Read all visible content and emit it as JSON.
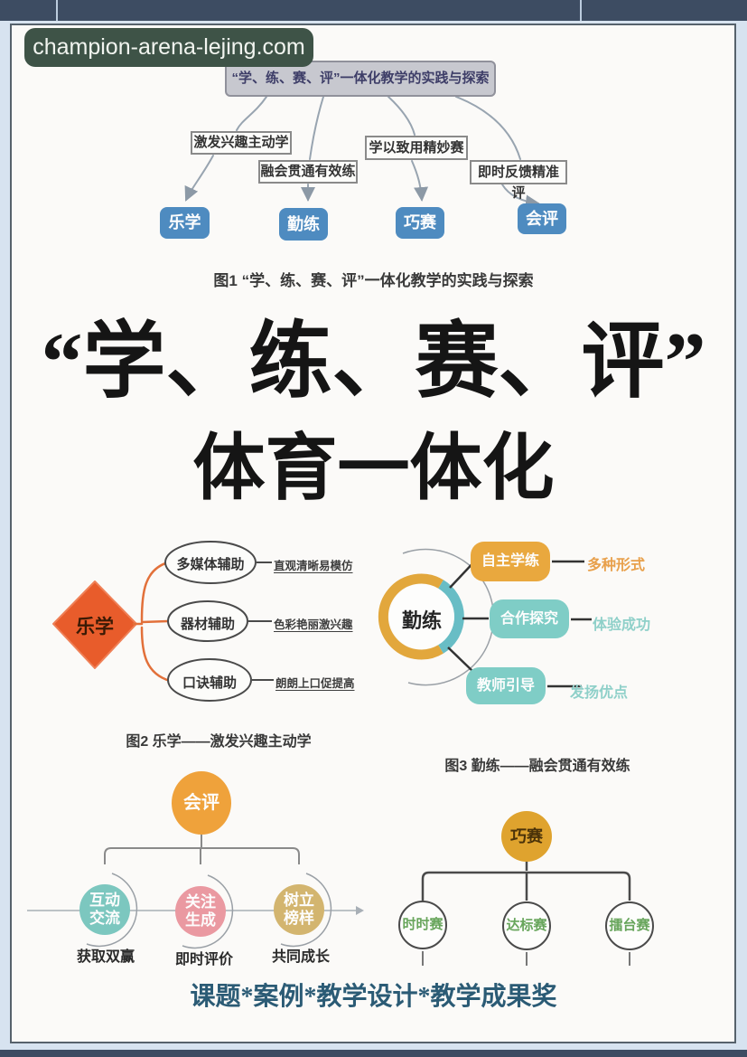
{
  "watermark": "champion-arena-lejing.com",
  "fig1": {
    "title_box": "“学、练、赛、评”一体化教学的实践与探索",
    "mid_boxes": [
      "激发兴趣主动学",
      "学以致用精妙赛",
      "融会贯通有效练",
      "即时反馈精准评"
    ],
    "blue_boxes": [
      "乐学",
      "勤练",
      "巧赛",
      "会评"
    ],
    "caption": "图1 “学、练、赛、评”一体化教学的实践与探索"
  },
  "big_title": {
    "line1": "“学、练、赛、评”",
    "line2": "体育一体化"
  },
  "fig2": {
    "center": "乐学",
    "ovals": [
      "多媒体辅助",
      "器材辅助",
      "口诀辅助"
    ],
    "notes": [
      "直观清晰易模仿",
      "色彩艳丽激兴趣",
      "朗朗上口促提高"
    ],
    "caption": "图2 乐学——激发兴趣主动学"
  },
  "fig3": {
    "center": "勤练",
    "pills": [
      "自主学练",
      "合作探究",
      "教师引导"
    ],
    "notes": [
      "多种形式",
      "体验成功",
      "发扬优点"
    ],
    "caption": "图3 勤练——融会贯通有效练"
  },
  "fig4": {
    "center": "会评",
    "circles": [
      "互动交流",
      "关注生成",
      "树立榜样"
    ],
    "notes": [
      "获取双赢",
      "即时评价",
      "共同成长"
    ]
  },
  "fig5": {
    "center": "巧赛",
    "circles": [
      "时时赛",
      "达标赛",
      "擂台赛"
    ]
  },
  "footer": "课题*案例*教学设计*教学成果奖",
  "colors": {
    "topbar": "#3D4C62",
    "badge_green": "#3E5347",
    "blue_box": "#4E8BC0",
    "diamond_orange": "#E85C2B",
    "brace_orange": "#E2703A",
    "ring_orange": "#E2A73C",
    "ring_teal": "#68BDC5",
    "pill_orange": "#E9A83E",
    "pill_teal": "#7FCDC6",
    "circle_teal": "#7CC7BF",
    "circle_pink": "#EA99A1",
    "circle_tan": "#D3B56F",
    "gold_circle": "#DFA32E",
    "race_text_green": "#67A55B",
    "footer_blue": "#2B5B75"
  }
}
